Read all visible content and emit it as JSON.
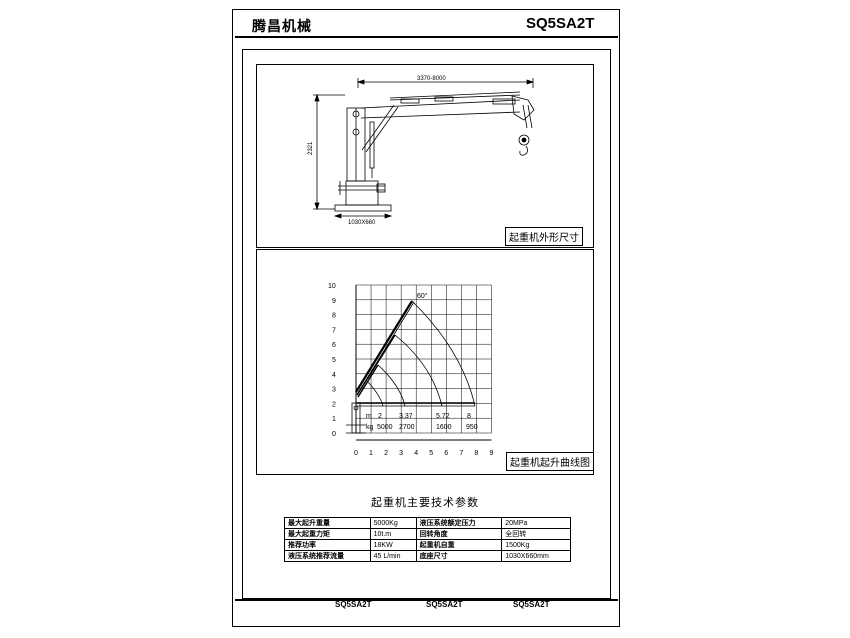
{
  "header": {
    "company": "腾昌机械",
    "model": "SQ5SA2T"
  },
  "drawing": {
    "reach_dim": "3370-8000",
    "height_dim": "2321",
    "base_dim": "1030X660",
    "caption": "起重机外形尺寸"
  },
  "chart_caption": "起重机起升曲线图",
  "chart_data": {
    "type": "line",
    "x_ticks": [
      "0",
      "1",
      "2",
      "3",
      "4",
      "5",
      "6",
      "7",
      "8",
      "9"
    ],
    "y_ticks": [
      "0",
      "1",
      "2",
      "3",
      "4",
      "5",
      "6",
      "7",
      "8",
      "9",
      "10"
    ],
    "xlim": [
      0,
      9
    ],
    "ylim": [
      0,
      10
    ],
    "grid": true,
    "boom_angle_label": "60°",
    "load_table": {
      "radius_unit": "m",
      "load_unit": "kg",
      "radii": [
        "2",
        "3.37",
        "5.72",
        "8"
      ],
      "loads": [
        "5000",
        "2700",
        "1600",
        "950"
      ]
    },
    "radius_values": [
      2,
      3.37,
      5.72,
      8
    ],
    "load_values": [
      5000,
      2700,
      1600,
      950
    ]
  },
  "spec": {
    "title": "起重机主要技术参数",
    "rows": [
      [
        "最大起升重量",
        "5000Kg",
        "液压系统额定压力",
        "20MPa"
      ],
      [
        "最大起重力矩",
        "10t.m",
        "回转角度",
        "全回转"
      ],
      [
        "推荐功率",
        "18KW",
        "起重机自重",
        "1500Kg"
      ],
      [
        "液压系统推荐流量",
        "45 L/min",
        "底座尺寸",
        "1030X660mm"
      ]
    ]
  },
  "footer": {
    "items": [
      "SQ5SA2T",
      "SQ5SA2T",
      "SQ5SA2T"
    ]
  }
}
